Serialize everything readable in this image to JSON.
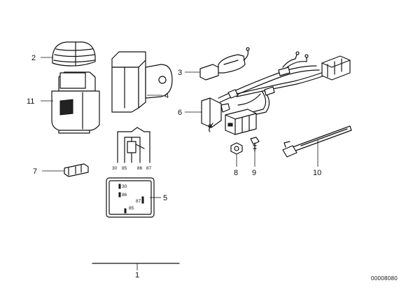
{
  "labels": {
    "p1": "1",
    "p2": "2",
    "p3": "3",
    "p4": "4",
    "p5": "5",
    "p6": "6",
    "p7": "7",
    "p8": "8",
    "p9": "9",
    "p10": "10",
    "p11": "11"
  },
  "relay_schematic": {
    "pins": [
      "30",
      "85",
      "86",
      "87"
    ]
  },
  "relay_face": {
    "pins": [
      "30",
      "86",
      "87",
      "85"
    ]
  },
  "footer": {
    "code": "00008080"
  }
}
